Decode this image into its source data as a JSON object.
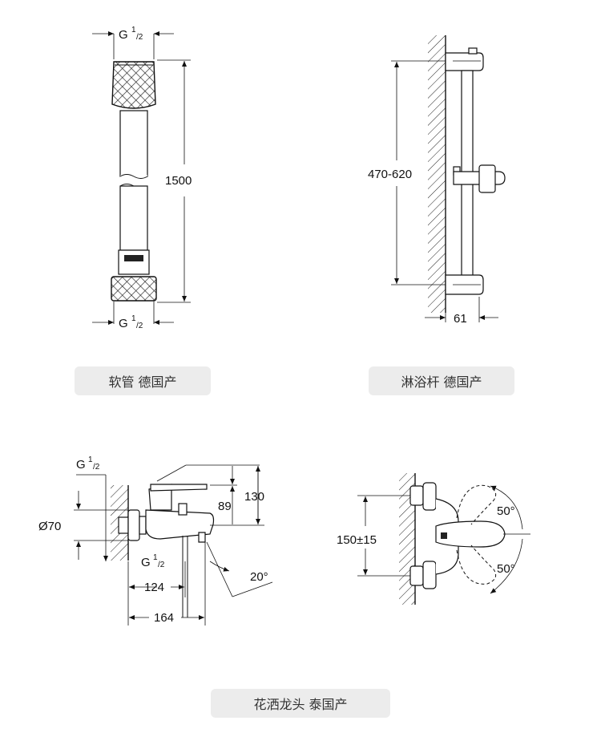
{
  "hose": {
    "thread_top": "G",
    "thread_top_sup": "1",
    "thread_top_sub": "/2",
    "length": "1500",
    "thread_bottom": "G",
    "thread_bottom_sup": "1",
    "thread_bottom_sub": "/2",
    "caption": "软管 德国产"
  },
  "rail": {
    "height_range": "470-620",
    "depth": "61",
    "caption": "淋浴杆 德国产"
  },
  "mixer": {
    "thread_top": "G",
    "thread_top_sup": "1",
    "thread_top_sub": "/2",
    "dim_diameter": "Ø70",
    "dim_89": "89",
    "dim_130": "130",
    "thread_bottom": "G",
    "thread_bottom_sup": "1",
    "thread_bottom_sub": "/2",
    "dim_124": "124",
    "dim_164": "164",
    "angle_spout": "20°"
  },
  "side_view": {
    "spacing": "150±15",
    "angle_up": "50°",
    "angle_down": "50°",
    "caption": "花洒龙头 泰国产"
  }
}
